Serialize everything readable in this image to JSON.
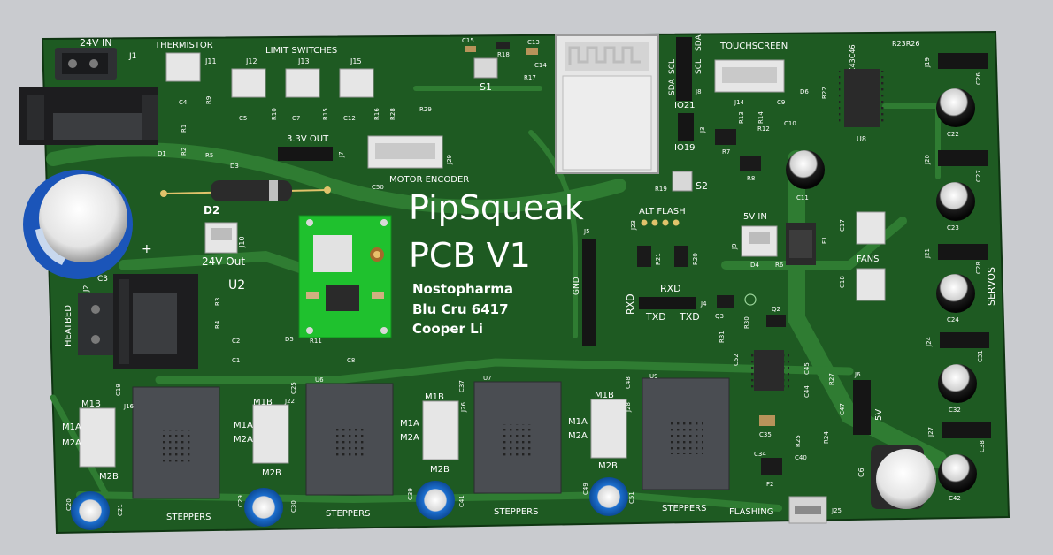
{
  "board": {
    "title_line1": "PipSqueak",
    "title_line2": "PCB V1",
    "credit_line1": "Nostopharma",
    "credit_line2": "Blu Cru 6417",
    "credit_line3": "Cooper Li"
  },
  "connectors": {
    "j1": "J1",
    "j1_label": "24V IN",
    "j11": "J11",
    "thermistor": "THERMISTOR",
    "limit_switches": "LIMIT SWITCHES",
    "j12": "J12",
    "j13": "J13",
    "j15": "J15",
    "three_v_out": "3.3V OUT",
    "j7": "J7",
    "j29": "J29",
    "motor_encoder": "MOTOR ENCODER",
    "touchscreen": "TOUCHSCREEN",
    "j8": "J8",
    "sda_scl": [
      "SDA",
      "SCL",
      "SCL",
      "SDA"
    ],
    "io21": "IO21",
    "io19": "IO19",
    "j3": "J3",
    "alt_flash": "ALT FLASH",
    "j23": "J23",
    "j5": "J5",
    "gnd": "GND",
    "rxd": "RXD",
    "txd": "TXD",
    "j4": "J4",
    "five_v_in": "5V IN",
    "j9": "J9",
    "fans": "FANS",
    "j10": "J10",
    "twentyfour_out": "24V Out",
    "heatbed": "HEATBED",
    "j2": "J2",
    "j6": "J6",
    "five_v": "5V",
    "servos": "SERVOS",
    "j19": "J19",
    "j20": "J20",
    "j21": "J21",
    "j24": "J24",
    "j27": "J27",
    "j25": "J25",
    "flashing": "FLASHING",
    "steppers": [
      "STEPPERS",
      "STEPPERS",
      "STEPPERS",
      "STEPPERS"
    ],
    "m1b": "M1B",
    "m1a": "M1A",
    "m2a": "M2A",
    "m2b": "M2B"
  },
  "refs": {
    "u2": "U2",
    "u6": "U6",
    "u7": "U7",
    "u8": "U8",
    "u9": "U9",
    "d1": "D1",
    "d2": "D2",
    "d3": "D3",
    "d4": "D4",
    "d5": "D5",
    "d6": "D6",
    "s1": "S1",
    "s2": "S2",
    "f1": "F1",
    "f2": "F2",
    "q2": "Q2",
    "q3": "Q3",
    "c3": "C3",
    "c6": "C6",
    "c11": "C11",
    "c22": "C22",
    "c23": "C23",
    "c24": "C24",
    "c32": "C32",
    "c42": "C42",
    "c50": "C50",
    "c15": "C15",
    "c13": "C13",
    "c14": "C14",
    "r18": "R18",
    "r17": "R17",
    "r1": "R1",
    "r2": "R2",
    "r5": "R5",
    "r9": "R9",
    "c4": "C4",
    "c5": "C5",
    "c7": "C7",
    "c12": "C12",
    "r10": "R10",
    "r15": "R15",
    "r16": "R16",
    "r28": "R28",
    "r29": "R29",
    "r19": "R19",
    "r20": "R20",
    "r21": "R21",
    "r11": "R11",
    "c8": "C8",
    "c1": "C1",
    "c2": "C2",
    "r3": "R3",
    "r4": "R4",
    "r7": "R7",
    "r8": "R8",
    "r12": "R12",
    "r13": "R13",
    "r14": "R14",
    "c9": "C9",
    "c10": "C10",
    "r6": "R6",
    "c17": "C17",
    "c18": "C18",
    "j14": "J14",
    "r22": "R22",
    "r23r26": "R23R26",
    "c43c46": "C43C46",
    "c26": "C26",
    "c27": "C27",
    "c28": "C28",
    "c31": "C31",
    "c38": "C38",
    "c35": "C35",
    "c34": "C34",
    "c40": "C40",
    "r24": "R24",
    "r25": "R25",
    "c52": "C52",
    "r30": "R30",
    "r31": "R31",
    "r27": "R27",
    "c44": "C44",
    "c45": "C45",
    "c47": "C47",
    "c19": "C19",
    "c20": "C20",
    "c21": "C21",
    "c25": "C25",
    "c29": "C29",
    "c30": "C30",
    "c37": "C37",
    "c39": "C39",
    "c41": "C41",
    "c48": "C48",
    "c49": "C49",
    "c51": "C51",
    "j16": "J16",
    "j22": "J22",
    "j26": "J26",
    "j28": "J28"
  },
  "colors": {
    "board": "#1e5a22",
    "trace": "#2e7a30",
    "silkscreen": "#ffffff",
    "module": "#1fc12e",
    "driver": "#4a4d52",
    "wifi_module": "#e6e6e6"
  }
}
